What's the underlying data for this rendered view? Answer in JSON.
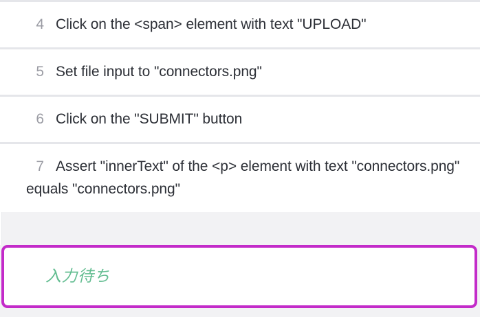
{
  "theme": {
    "page_background": "#f2f2f4",
    "row_background": "#ffffff",
    "row_divider": "#e5e6ea",
    "step_number_color": "#9b9ca4",
    "step_text_color": "#2c2f36",
    "status_border_color": "#c32bc9",
    "status_text_color": "#63bd91"
  },
  "steps": [
    {
      "number": "4",
      "text": "Click on the <span> element with text \"UPLOAD\""
    },
    {
      "number": "5",
      "text": "Set file input to \"connectors.png\""
    },
    {
      "number": "6",
      "text": "Click on the \"SUBMIT\" button"
    },
    {
      "number": "7",
      "text": "Assert \"innerText\" of the <p> element with text \"connectors.png\" equals \"connectors.png\""
    }
  ],
  "status": {
    "label": "入力待ち"
  }
}
